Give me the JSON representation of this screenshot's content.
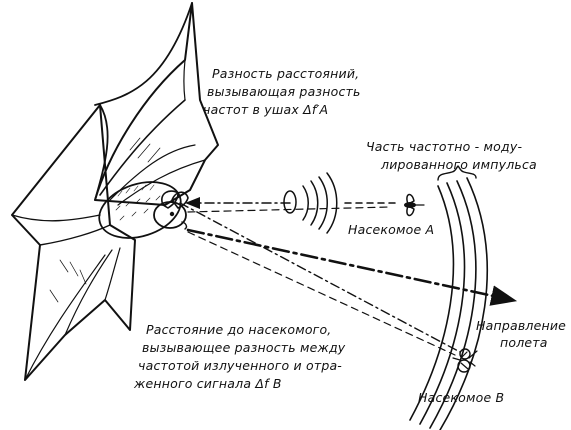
{
  "labels": {
    "distance_diff_top": [
      "Разность расстояний,",
      "вызывающая разность",
      "частот в ушах Δf′A"
    ],
    "pulse_part": [
      "Часть частотно - моду-",
      "лированного импульса"
    ],
    "insect_a": "Насекомое A",
    "flight_direction": [
      "Направление",
      "полета"
    ],
    "distance_to_insect": [
      "Расстояние до насекомого,",
      "вызывающее разность между",
      "частотой излученного и отра-",
      "женного сигнала Δf B"
    ],
    "insect_b": "Насекомое B"
  },
  "colors": {
    "ink": "#111111",
    "background": "#ffffff"
  }
}
